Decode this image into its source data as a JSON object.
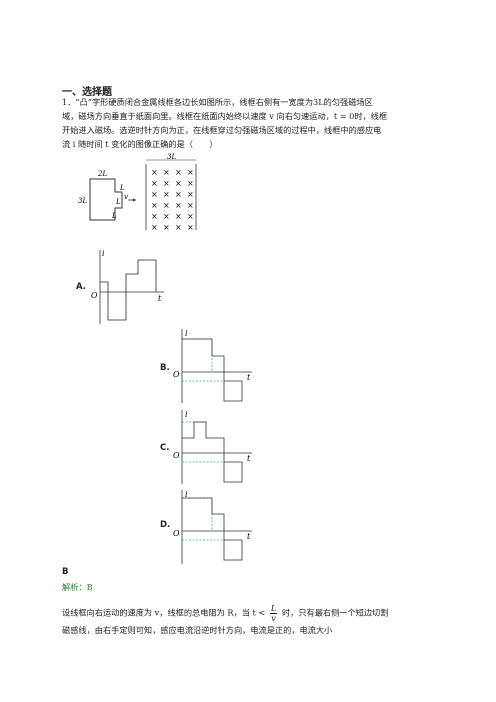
{
  "section_title": "一、选择题",
  "question": {
    "number": "1．",
    "lines": [
      "“凸”字形硬质闭合金属线框各边长如图所示，线框右侧有一宽度为3L的匀强磁场区",
      "域，磁场方向垂直于纸面向里。线框在纸面内始终以速度 v 向右匀速运动，t = 0时，线框",
      "开始进入磁场。选逆时针方向为正，在线框穿过匀强磁场区域的过程中，线框中的感应电",
      "流 i 随时间 t 变化的图像正确的是（　　）"
    ]
  },
  "figure": {
    "labels": [
      "3L",
      "2L",
      "L",
      "v",
      "L",
      "3L",
      "L"
    ],
    "field_symbol": "×"
  },
  "options": [
    {
      "label": "A."
    },
    {
      "label": "B."
    },
    {
      "label": "C."
    },
    {
      "label": "D."
    }
  ],
  "axis_labels": {
    "y": "i",
    "x": "t",
    "origin": "O"
  },
  "answer": "B",
  "explanation": {
    "label": "解析：B",
    "line1_a": "设线框向右运动的速度为 v，线框的总电阻为 R，当 t <",
    "fraction_num": "L",
    "fraction_den": "v",
    "line1_b": "时，只有最右侧一个短边切割",
    "line2": "磁感线，由右手定则可知，感应电流沿逆时针方向，电流是正的，电流大小"
  }
}
